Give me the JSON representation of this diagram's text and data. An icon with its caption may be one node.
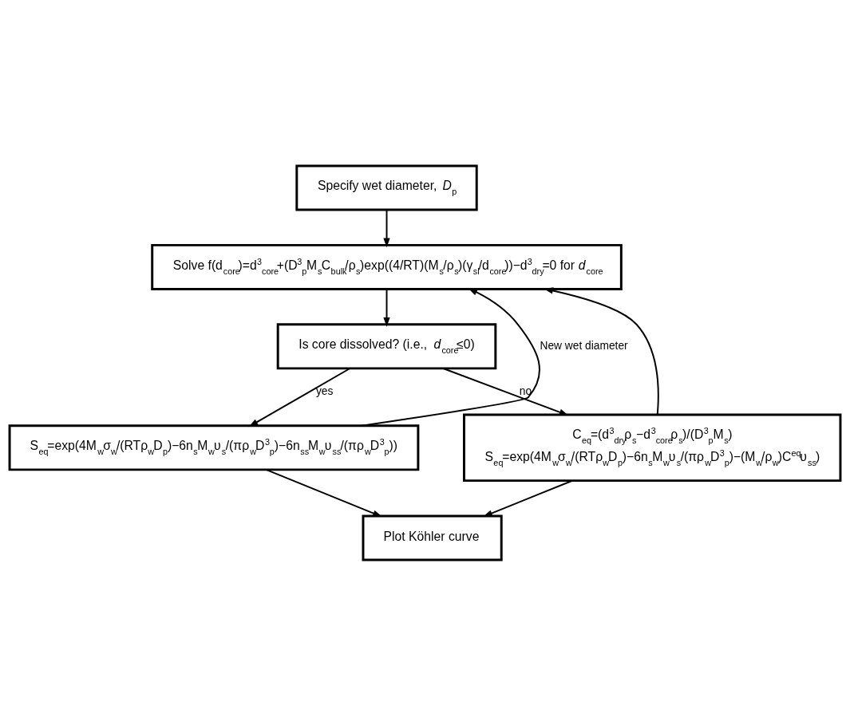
{
  "diagram": {
    "nodes": [
      {
        "text": [
          "Specify wet diameter, *D*$_{p}$"
        ]
      },
      {
        "text": [
          "Solve f(d$_{core}$)=d$^{3}$$_{core}$+(D$^{3}$$_{p}$M$_{s}$C$_{bulk}$/ρ$_{s}$)exp((4/RT)(M$_{s}$/ρ$_{s}$)(γ$_{sl}$/d$_{core}$))−d$^{3}$$_{dry}$=0 for *d*$_{core}$"
        ]
      },
      {
        "text": [
          "Is core dissolved? (i.e., *d*$_{core}$≤0)"
        ]
      },
      {
        "text": [
          "S$_{eq}$=exp(4M$_{w}$σ$_{w}$/(RTρ$_{w}$D$_{p}$)−6n$_{s}$M$_{w}$υ$_{s}$/(πρ$_{w}$D$^{3}$$_{p}$)−6n$_{ss}$M$_{w}$υ$_{ss}$/(πρ$_{w}$D$^{3}$$_{p}$))"
        ]
      },
      {
        "text": [
          "C$_{eq}$=(d$^{3}$$_{dry}$ρ$_{s}$−d$^{3}$$_{core}$ρ$_{s}$)/(D$^{3}$$_{p}$M$_{s}$)",
          "S$_{eq}$=exp(4M$_{w}$σ$_{w}$/(RTρ$_{w}$D$_{p}$)−6n$_{s}$M$_{w}$υ$_{s}$/(πρ$_{w}$D$^{3}$$_{p}$)−(M$_{w}$/ρ$_{w}$)C$^{eq}$υ$_{ss}$)"
        ]
      },
      {
        "text": [
          "Plot Köhler curve"
        ]
      }
    ],
    "edges": [
      {
        "from": 0,
        "to": 1,
        "arrow": "to"
      },
      {
        "from": 1,
        "to": 2,
        "arrow": "to"
      },
      {
        "from": 2,
        "to": 3,
        "arrow": "to",
        "label": "yes"
      },
      {
        "from": 2,
        "to": 4,
        "arrow": "to",
        "label": "no"
      },
      {
        "from": 3,
        "to": 5,
        "arrow": "to"
      },
      {
        "from": 4,
        "to": 5,
        "arrow": "to"
      },
      {
        "from": 3,
        "to": 1,
        "arrow": "to",
        "label": "New wet diameter"
      },
      {
        "from": 4,
        "to": 1,
        "arrow": "to"
      }
    ]
  }
}
